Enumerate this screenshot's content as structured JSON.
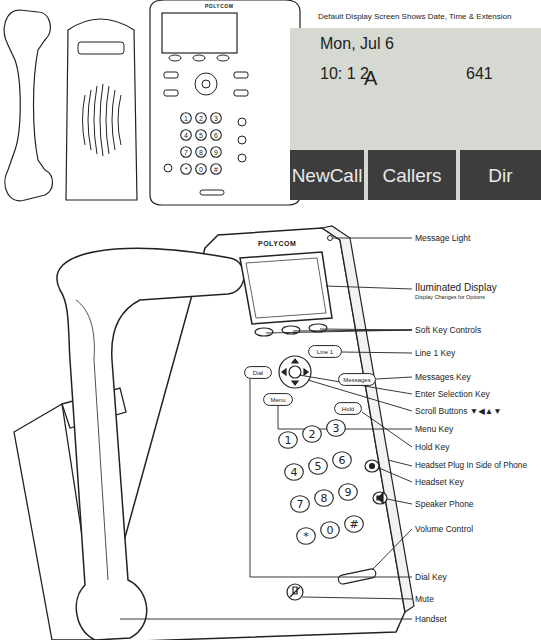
{
  "diagram": {
    "title": "Default Display Screen Shows Date, Time & Extension",
    "nodes": [
      {
        "text": [
          "Mon, Jul 6",
          "10: 1 2",
          "A",
          "641"
        ]
      },
      {
        "text": [
          "NewCall"
        ],
        "in": 0
      },
      {
        "text": [
          "Callers"
        ],
        "in": 0
      },
      {
        "text": [
          "Dir"
        ],
        "in": 0
      },
      {
        "text": [
          "1"
        ]
      },
      {
        "text": [
          "2"
        ]
      },
      {
        "text": [
          "3"
        ]
      },
      {
        "text": [
          "4"
        ]
      },
      {
        "text": [
          "5"
        ]
      },
      {
        "text": [
          "6"
        ]
      },
      {
        "text": [
          "7"
        ]
      },
      {
        "text": [
          "8"
        ]
      },
      {
        "text": [
          "9"
        ]
      },
      {
        "text": [
          "*"
        ]
      },
      {
        "text": [
          "0"
        ]
      },
      {
        "text": [
          "#"
        ]
      },
      {
        "text": [
          "Line 1"
        ]
      },
      {
        "text": [
          "Messages"
        ]
      },
      {
        "text": [
          "Dial"
        ]
      },
      {
        "text": [
          "Menu"
        ]
      },
      {
        "text": [
          "Hold"
        ]
      },
      {
        "text": [
          "1"
        ]
      },
      {
        "text": [
          "2"
        ]
      },
      {
        "text": [
          "3"
        ]
      },
      {
        "text": [
          "4"
        ]
      },
      {
        "text": [
          "5"
        ]
      },
      {
        "text": [
          "6"
        ]
      },
      {
        "text": [
          "7"
        ]
      },
      {
        "text": [
          "8"
        ]
      },
      {
        "text": [
          "9"
        ]
      },
      {
        "text": [
          "*"
        ]
      },
      {
        "text": [
          "0"
        ]
      },
      {
        "text": [
          "#"
        ]
      }
    ],
    "labels": [
      "POLYCOM",
      "POLYCOM",
      "Message Light",
      "Iluminated Display",
      "Display Changes for Options",
      "Soft Key Controls",
      "Line 1 Key",
      "Messages Key",
      "Enter Selection Key",
      "Scroll Buttons ▼◀▲▼",
      "Menu Key",
      "Hold Key",
      "Headset Plug In Side of Phone",
      "Headset Key",
      "Speaker Phone",
      "Volume Control",
      "Dial Key",
      "Mute",
      "Handset"
    ]
  }
}
